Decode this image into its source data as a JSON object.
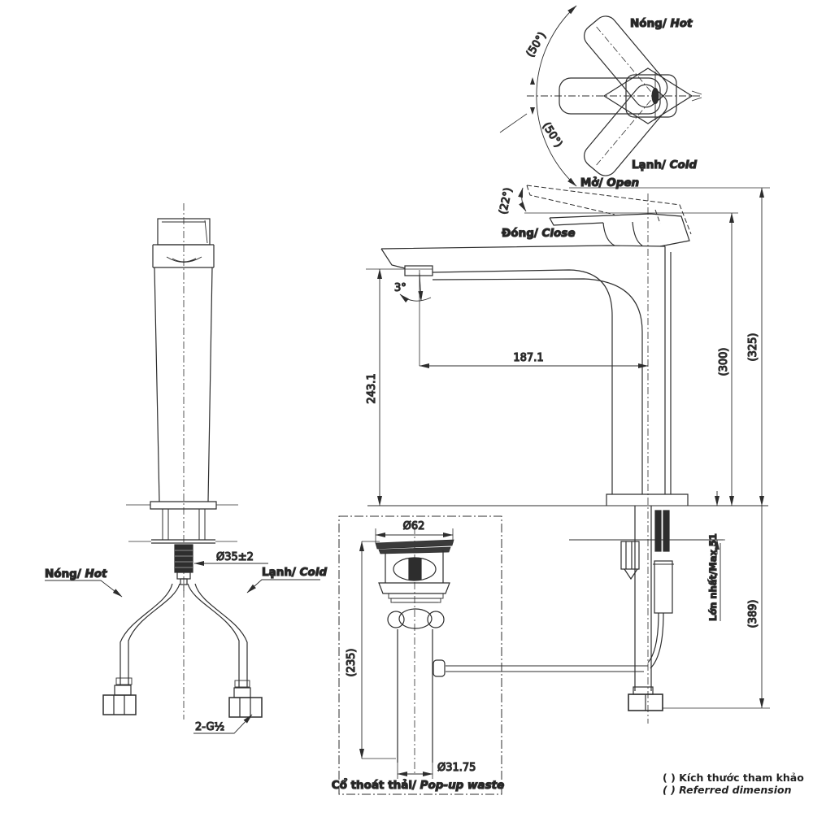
{
  "drawing": {
    "line_color": "#2d2d2d",
    "bg_color": "#ffffff",
    "top_view": {
      "hot_vi": "Nóng/",
      "hot_en": " Hot",
      "cold_vi": "Lạnh/",
      "cold_en": " Cold",
      "angle_upper": "(50°)",
      "angle_lower": "(50°)"
    },
    "side_view": {
      "open_vi": "Mở/",
      "open_en": " Open",
      "close_vi": "Đóng/",
      "close_en": " Close",
      "open_angle": "(22°)",
      "stream_angle": "3°",
      "dim_reach": "187.1",
      "dim_spout_height": "243.1",
      "dim_closed_height": "(300)",
      "dim_open_height": "(325)",
      "dim_overall": "(389)",
      "dim_deck_max": "Lớn nhất/Max 51"
    },
    "front_view": {
      "hot_vi": "Nóng/",
      "hot_en": " Hot",
      "cold_vi": "Lạnh/",
      "cold_en": " Cold",
      "dim_body": "Ø35±2",
      "dim_thread": "2-G½"
    },
    "popup": {
      "dim_cap": "Ø62",
      "dim_length": "(235)",
      "dim_tail": "Ø31.75",
      "caption_vi": "Cổ thoát thải/",
      "caption_en": " Pop-up waste"
    },
    "legend": {
      "note_vi": "( ) Kích thước tham khảo",
      "note_en": "( ) Referred dimension"
    }
  }
}
